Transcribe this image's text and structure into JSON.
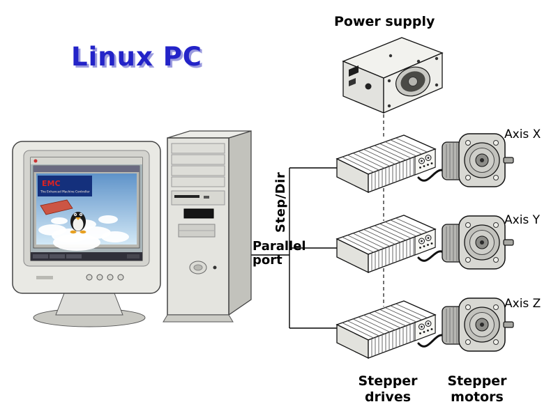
{
  "diagram": {
    "title": "Linux PC",
    "power_supply_label": "Power supply",
    "step_dir_label": "Step/Dir",
    "parallel_port_line1": "Parallel",
    "parallel_port_line2": "port",
    "axis_labels": [
      "Axis X",
      "Axis Y",
      "Axis Z"
    ],
    "stepper_drives_line1": "Stepper",
    "stepper_drives_line2": "drives",
    "stepper_motors_line1": "Stepper",
    "stepper_motors_line2": "motors"
  },
  "monitor_screen": {
    "emc_title": "EMC",
    "emc_subtitle": "The Enhanced Machine Controller"
  },
  "colors": {
    "background": "#ffffff",
    "title_text": "#2323c8",
    "title_shadow": "#9a9ade",
    "connector_line": "#000000",
    "emc_panel_blue": "#14307c",
    "emc_title_red": "#dd2222",
    "sky_top": "#5f93c9",
    "sky_bottom": "#d2e8f6"
  }
}
